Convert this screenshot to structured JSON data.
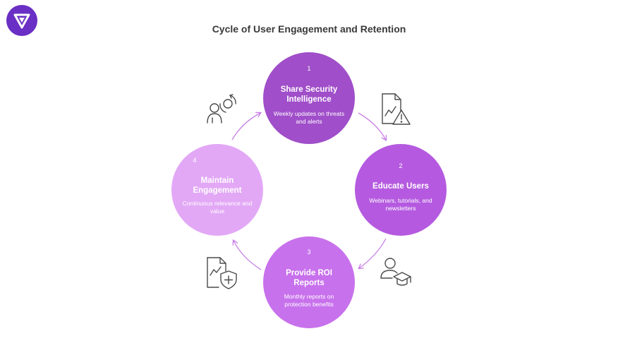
{
  "title": "Cycle of User Engagement and Retention",
  "colors": {
    "logo": "#6a2fc4",
    "step1": "#a04ec9",
    "step2": "#b55ae0",
    "step3": "#c871ec",
    "step4": "#e2a8f6",
    "arrow": "#c77fe6",
    "icon_stroke": "#4a4a4a"
  },
  "steps": [
    {
      "number": "1",
      "title": "Share Security Intelligence",
      "description": "Weekly updates on threats and alerts",
      "icon": "document-chart-warning-icon"
    },
    {
      "number": "2",
      "title": "Educate Users",
      "description": "Webinars, tutorials, and newsletters",
      "icon": "user-graduation-cap-icon"
    },
    {
      "number": "3",
      "title": "Provide ROI Reports",
      "description": "Monthly reports on protection benefits",
      "icon": "document-chart-shield-icon"
    },
    {
      "number": "4",
      "title": "Maintain Engagement",
      "description": "Continuous relevance and value",
      "icon": "person-refresh-icon"
    }
  ]
}
